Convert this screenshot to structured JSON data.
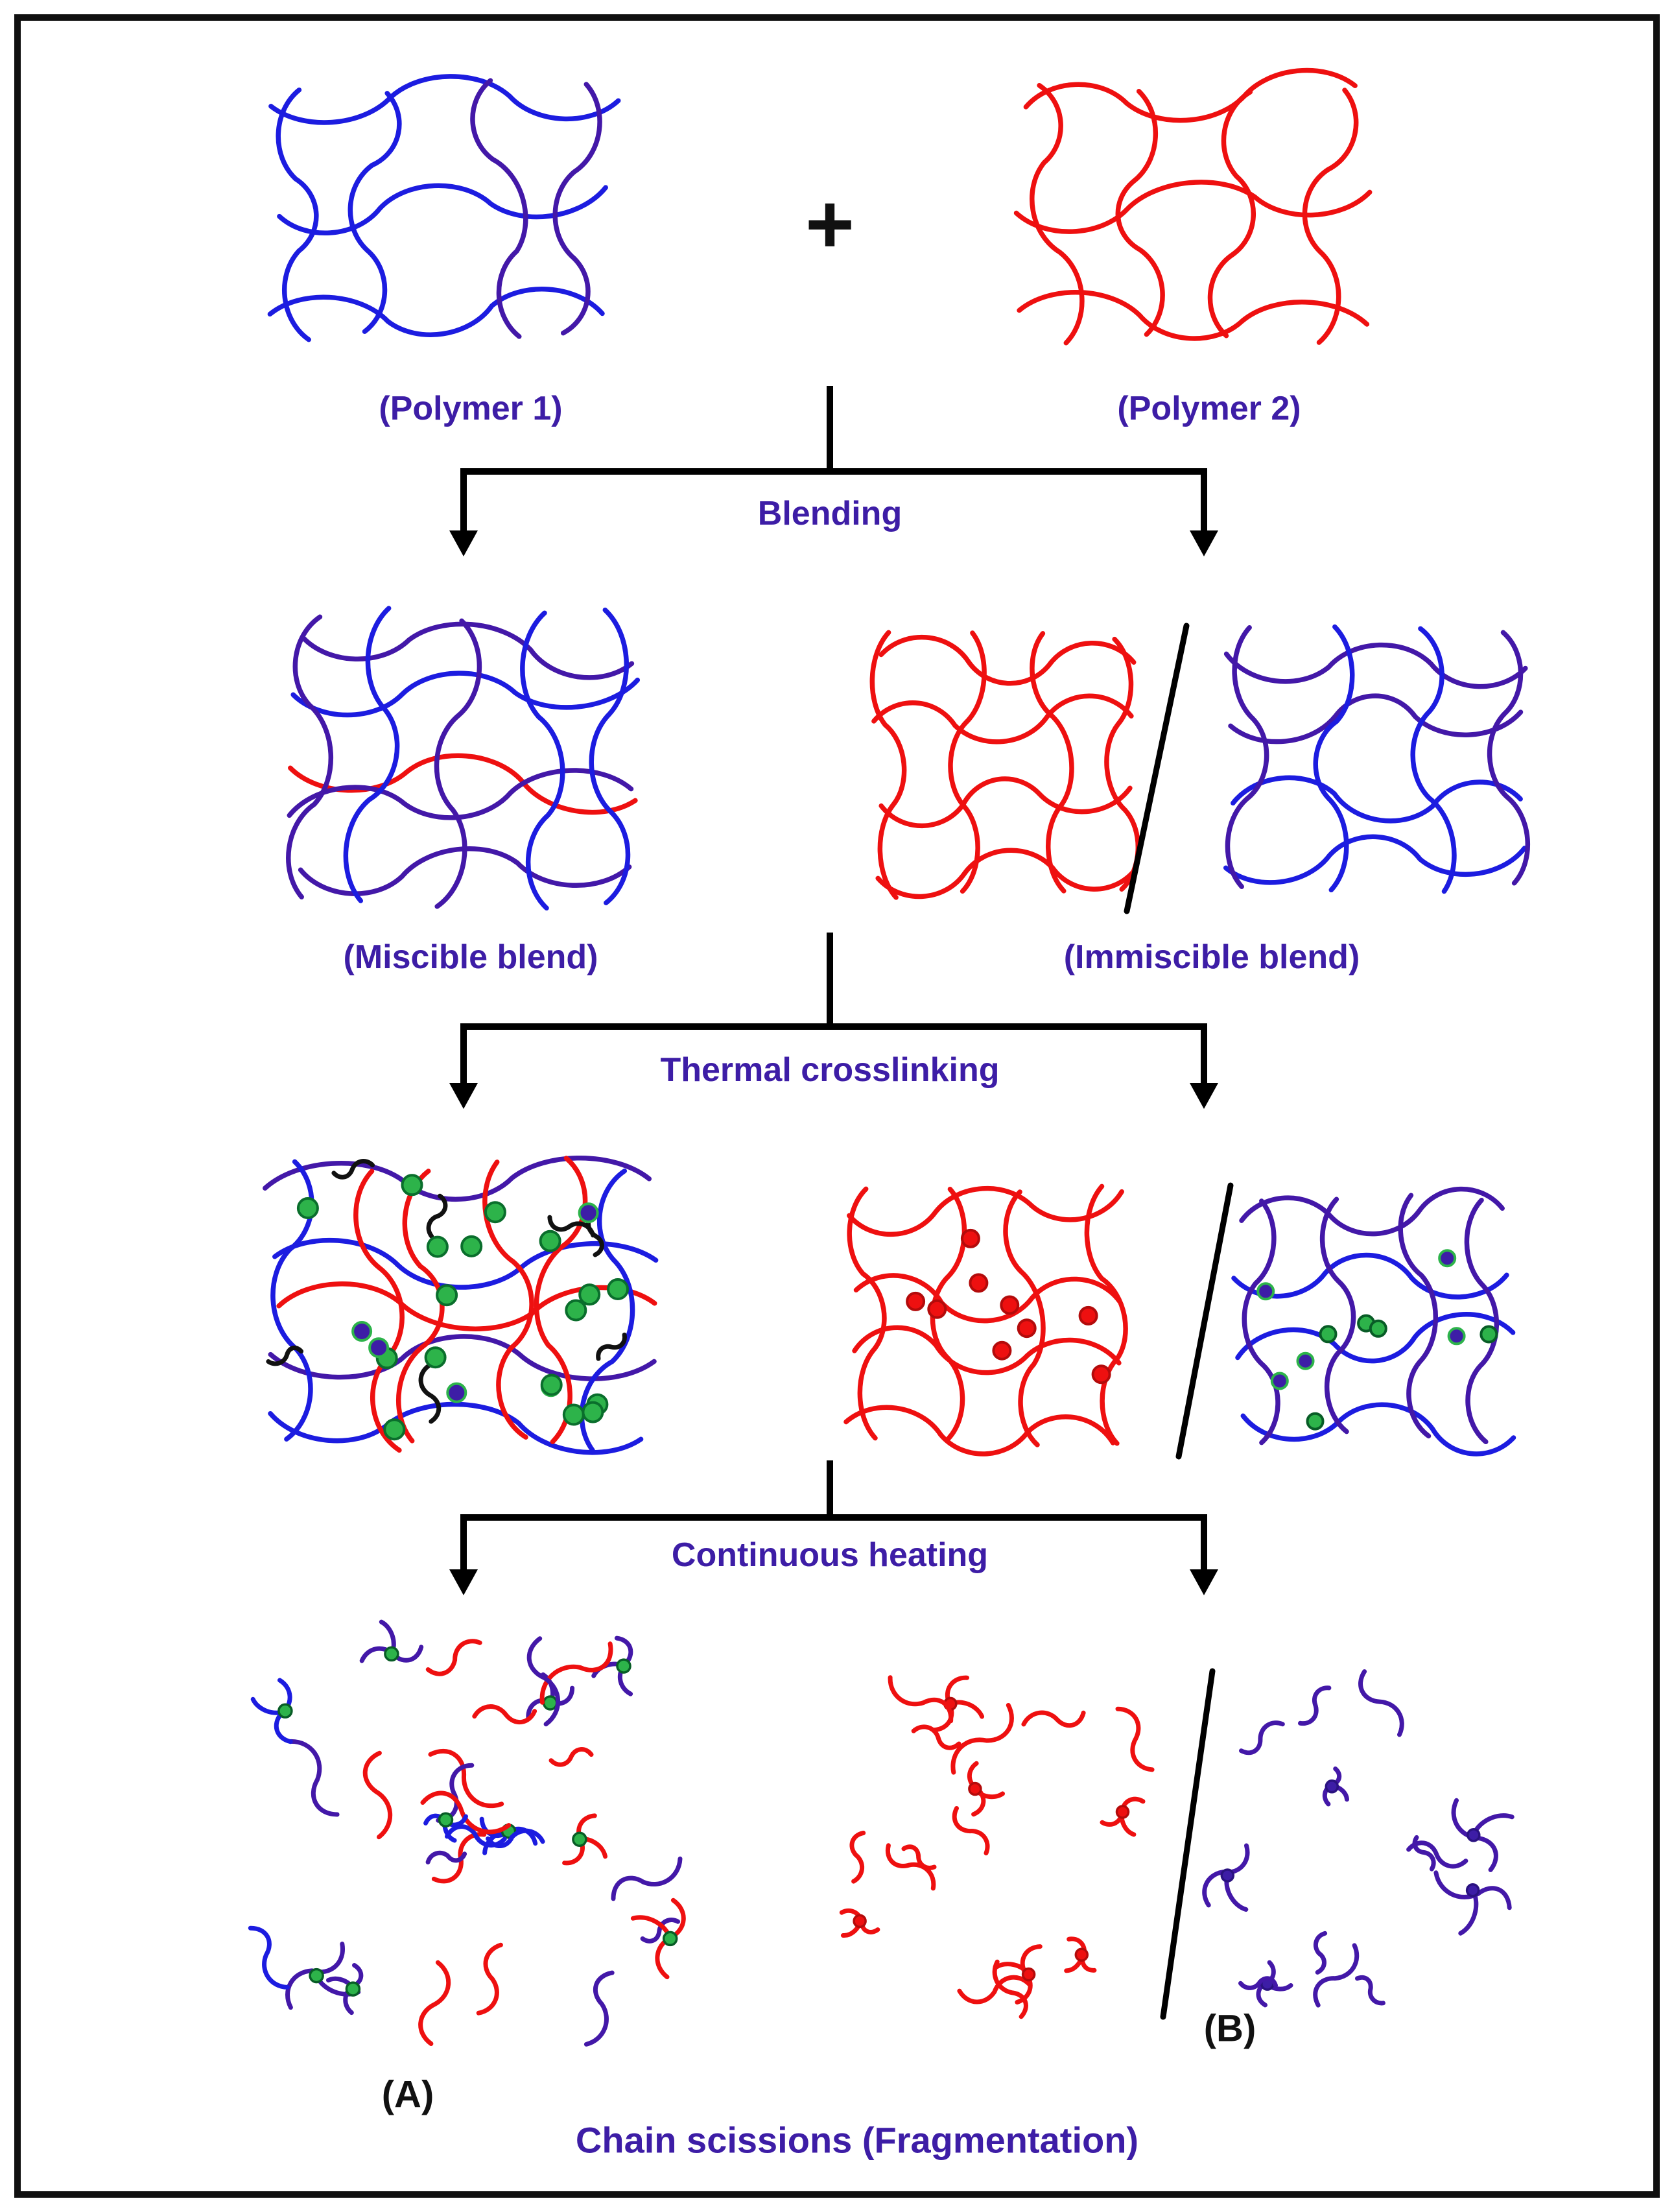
{
  "diagram": {
    "labels": {
      "polymer1": "(Polymer 1)",
      "polymer2": "(Polymer 2)",
      "plus": "+",
      "step1": "Blending",
      "miscible": "(Miscible blend)",
      "immiscible": "(Immiscible blend)",
      "step2": "Thermal crosslinking",
      "step3": "Continuous heating",
      "panel_a": "(A)",
      "panel_b": "(B)",
      "caption": "Chain scissions (Fragmentation)"
    },
    "colors": {
      "polymer1_blue": "#1c1ce0",
      "polymer1_indigo": "#4318a8",
      "polymer2_red": "#ee1010",
      "label_text": "#3d1da6",
      "crosslink_green": "#2db34a",
      "crosslink_green_dark": "#0a6e2c",
      "crosslink_red_dark": "#b30b0b",
      "arrow": "#000000"
    }
  }
}
